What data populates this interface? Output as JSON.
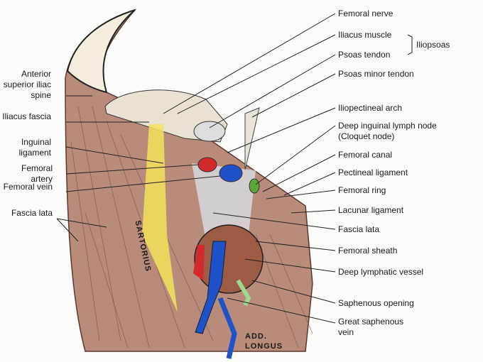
{
  "diagram": {
    "title_labels_right": [
      {
        "id": "femoral-nerve",
        "text": "Femoral nerve"
      },
      {
        "id": "iliacus-muscle",
        "text": "Iliacus muscle"
      },
      {
        "id": "psoas-tendon",
        "text": "Psoas tendon"
      },
      {
        "id": "psoas-minor-tendon",
        "text": "Psoas minor tendon"
      },
      {
        "id": "iliopectineal-arch",
        "text": "Iliopectineal arch"
      },
      {
        "id": "deep-inguinal-lymph-node",
        "text": "Deep inguinal lymph node"
      },
      {
        "id": "cloquet-node",
        "text": "(Cloquet node)"
      },
      {
        "id": "femoral-canal",
        "text": "Femoral canal"
      },
      {
        "id": "pectineal-ligament",
        "text": "Pectineal ligament"
      },
      {
        "id": "femoral-ring",
        "text": "Femoral ring"
      },
      {
        "id": "lacunar-ligament",
        "text": "Lacunar ligament"
      },
      {
        "id": "fascia-lata-right",
        "text": "Fascia lata"
      },
      {
        "id": "femoral-sheath",
        "text": "Femoral sheath"
      },
      {
        "id": "deep-lymphatic-vessel",
        "text": "Deep lymphatic vessel"
      },
      {
        "id": "saphenous-opening",
        "text": "Saphenous opening"
      },
      {
        "id": "great-saphenous-vein-1",
        "text": "Great saphenous"
      },
      {
        "id": "great-saphenous-vein-2",
        "text": "vein"
      }
    ],
    "group_label": "Iliopsoas",
    "labels_left": [
      {
        "id": "asis",
        "text": "Anterior superior iliac spine"
      },
      {
        "id": "iliacus-fascia",
        "text": "Iliacus fascia"
      },
      {
        "id": "inguinal-ligament",
        "text": "Inguinal ligament"
      },
      {
        "id": "femoral-artery",
        "text": "Femoral artery"
      },
      {
        "id": "femoral-vein",
        "text": "Femoral vein"
      },
      {
        "id": "fascia-lata-left",
        "text": "Fascia lata"
      }
    ],
    "muscle_labels": {
      "sartorius": "SARTORIUS",
      "add_longus_1": "ADD.",
      "add_longus_2": "LONGUS"
    },
    "colors": {
      "muscle": "#b07a68",
      "muscle_dark": "#7a4535",
      "artery": "#d22a2a",
      "vein": "#1f52c8",
      "nerve": "#f2e35a",
      "lymph": "#5aa83a",
      "bone": "#f3efdc"
    }
  }
}
